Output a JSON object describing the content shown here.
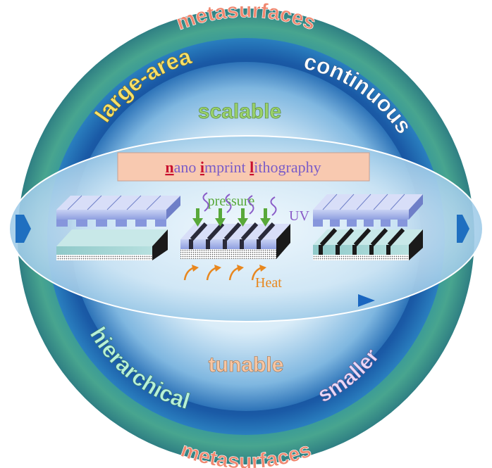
{
  "outer_words": {
    "top": "metasurfaces",
    "bottom": "metasurfaces"
  },
  "mid_ring_words": {
    "large_area": "large-area",
    "continuous": "continuous",
    "hierarchical": "hierarchical",
    "smaller": "smaller"
  },
  "inner_words": {
    "scalable": "scalable",
    "tunable": "tunable"
  },
  "title_box": {
    "n_letter": "n",
    "n_rest": "ano ",
    "i_letter": "i",
    "i_rest": "mprint ",
    "l_letter": "l",
    "l_rest": "ithography"
  },
  "process_labels": {
    "pressure": "pressure",
    "uv": "UV",
    "heat": "Heat"
  },
  "colors": {
    "outer_ring": "#3f9e8f",
    "mid_ring": "#14509a",
    "inner_disc": "#b9d8ee",
    "title_box_fill": "#f8c9b0",
    "title_text": "#7a5cc8",
    "title_initial": "#c8102e",
    "pressure_green": "#58a83a",
    "uv_purple": "#8a5cc8",
    "heat_orange": "#e8871e",
    "scalable_green": "#9ad16a",
    "tunable_peach": "#f7c6a3",
    "metasurfaces_salmon": "#f08870",
    "hierarchical_mint": "#b8f0d8",
    "smaller_lavender": "#e8d8f8"
  }
}
